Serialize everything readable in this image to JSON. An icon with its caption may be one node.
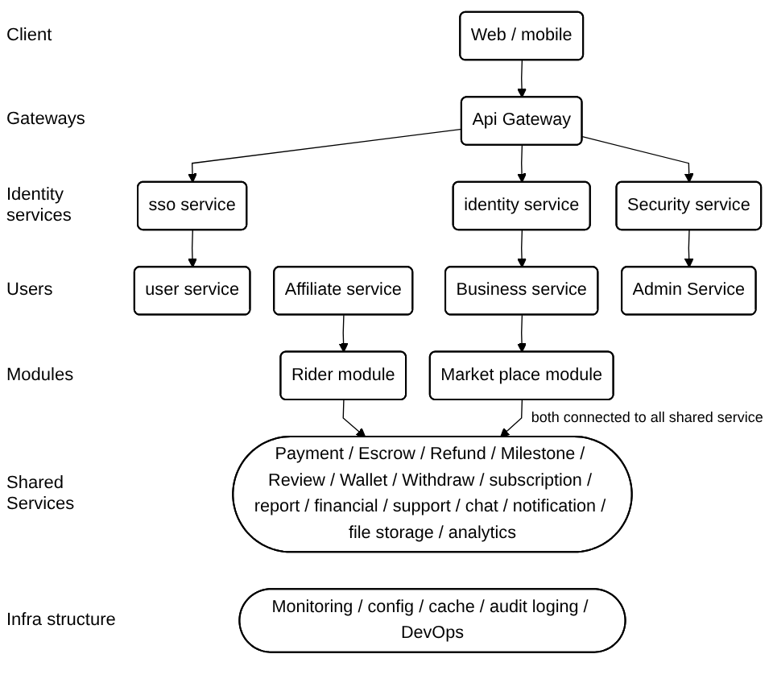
{
  "diagram": {
    "nodes": [
      {
        "text": [
          "Web / mobile"
        ]
      },
      {
        "text": [
          "Api Gateway"
        ]
      },
      {
        "text": [
          "sso service"
        ]
      },
      {
        "text": [
          "identity service"
        ]
      },
      {
        "text": [
          "Security service"
        ]
      },
      {
        "text": [
          "user service"
        ]
      },
      {
        "text": [
          "Affiliate service"
        ]
      },
      {
        "text": [
          "Business service"
        ]
      },
      {
        "text": [
          "Admin Service"
        ]
      },
      {
        "text": [
          "Rider module"
        ]
      },
      {
        "text": [
          "Market place module"
        ]
      },
      {
        "text": [
          "Payment / Escrow / Refund / Milestone / Review / Wallet / Withdraw / subscription / report / financial / support / chat / notification / file storage / analytics"
        ]
      },
      {
        "text": [
          "Monitoring / config / cache / audit loging / DevOps"
        ]
      }
    ],
    "edges": [
      {
        "from": 0,
        "to": 1,
        "arrow": "to"
      },
      {
        "from": 1,
        "to": 2,
        "arrow": "to"
      },
      {
        "from": 1,
        "to": 3,
        "arrow": "to"
      },
      {
        "from": 1,
        "to": 4,
        "arrow": "to"
      },
      {
        "from": 2,
        "to": 5,
        "arrow": "to"
      },
      {
        "from": 3,
        "to": 7,
        "arrow": "to"
      },
      {
        "from": 4,
        "to": 8,
        "arrow": "to"
      },
      {
        "from": 6,
        "to": 9,
        "arrow": "to"
      },
      {
        "from": 7,
        "to": 10,
        "arrow": "to"
      },
      {
        "from": 9,
        "to": 11,
        "arrow": "to"
      },
      {
        "from": 10,
        "to": 11,
        "arrow": "to"
      }
    ],
    "labels": [
      "Client",
      "Gateways",
      "Identity services",
      "Users",
      "Modules",
      "both connected to all shared service",
      "Shared Services",
      "Infra structure"
    ]
  }
}
